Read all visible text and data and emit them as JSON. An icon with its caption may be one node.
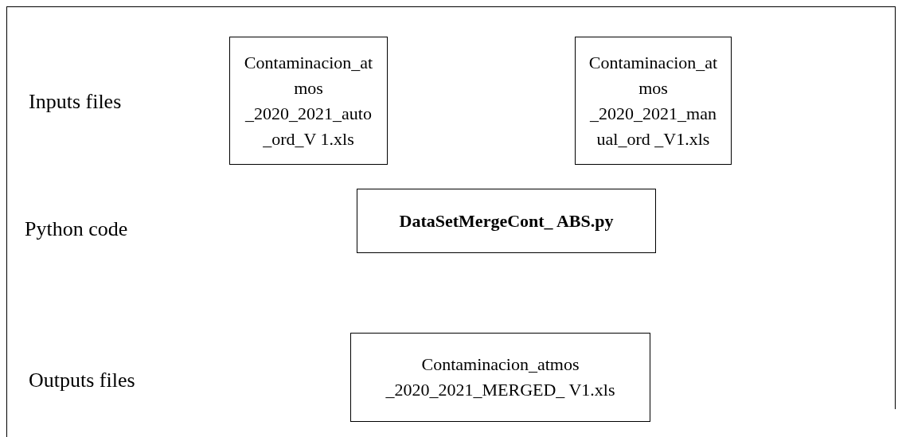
{
  "diagram": {
    "nodes": [
      {
        "text": [],
        "shape": "box"
      },
      {
        "text": [
          "Contaminacion_atmos _2020_2021_auto_ord_V 1.xls"
        ],
        "in": 0
      },
      {
        "text": [
          "Contaminacion_atmos _2020_2021_manual_ord _V1.xls"
        ],
        "in": 0
      },
      {
        "text": [
          "DataSetMergeCont_ ABS.py"
        ],
        "in": 0
      },
      {
        "text": [
          "Contaminacion_atmos _2020_2021_MERGED_ V1.xls"
        ],
        "in": 0
      }
    ],
    "edges": [],
    "labels": [
      "Inputs files",
      "Python code",
      "Outputs files"
    ]
  }
}
